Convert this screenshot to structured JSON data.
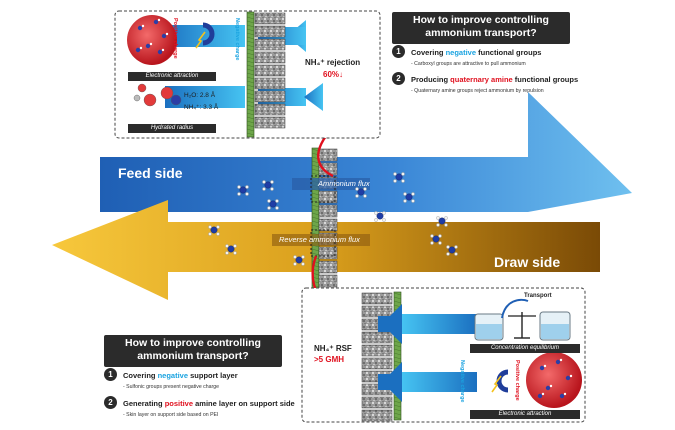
{
  "feed_label": "Feed side",
  "draw_label": "Draw side",
  "ammonium_flux": "Ammonium flux",
  "reverse_flux": "Reverse ammonium flux",
  "top_inset": {
    "negative_charge": "Negative charge",
    "positive_charge": "Positive charge",
    "electronic_attraction": "Electronic attraction",
    "hydrated_radius": "Hydrated radius",
    "h2o_radius": "H₂O: 2.8 Å",
    "nh4_radius": "NH₄⁺: 3.3 Å",
    "rejection_label": "NH₄⁺ rejection",
    "rejection_value": "60%↓"
  },
  "top_panel": {
    "title_line1": "How to improve controlling",
    "title_line2": "ammonium transport?",
    "items": [
      {
        "num": "1",
        "pre": "Covering ",
        "hl": "negative",
        "post": " functional groups",
        "hl_color": "#1aa3e0",
        "desc": "- Carboxyl groups are attractive to pull ammonium"
      },
      {
        "num": "2",
        "pre": "Producing ",
        "hl": "quaternary amine",
        "post": " functional groups",
        "hl_color": "#e0101e",
        "desc": "- Quaternary amine groups reject ammonium by repulsion"
      }
    ]
  },
  "bottom_inset": {
    "rsf_label": "NH₄⁺ RSF",
    "rsf_value": ">5 GMH",
    "transport": "Transport",
    "concentration_equilibrium": "Concentration equilibrium",
    "negative_charge": "Negative charge",
    "positive_charge": "Positive charge",
    "electronic_attraction": "Electronic attraction"
  },
  "bottom_panel": {
    "title_line1": "How to improve controlling",
    "title_line2": "ammonium transport?",
    "items": [
      {
        "num": "1",
        "pre": "Covering ",
        "hl": "negative",
        "post": " support layer",
        "hl_color": "#1aa3e0",
        "desc": "- Sulfonic groups present negative charge"
      },
      {
        "num": "2",
        "pre": "Generating ",
        "hl": "positive",
        "post": " amine layer on support side",
        "hl_color": "#e0101e",
        "desc": "- Skin layer on support side based on PEI"
      }
    ]
  },
  "colors": {
    "feed_blue": "#2a74c8",
    "draw_gold": "#c8900f",
    "membrane_green": "#6ea64a",
    "cyan_arrow": "#1fb0e8",
    "red": "#e0101e"
  }
}
